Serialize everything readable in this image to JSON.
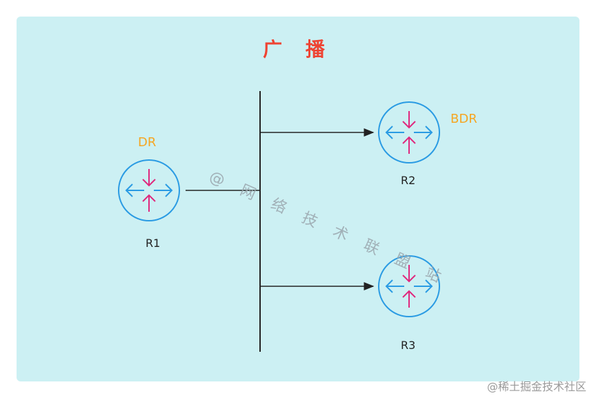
{
  "title": "广 播",
  "colors": {
    "background": "#ccf0f3",
    "title": "#ee4433",
    "role_label": "#f5a623",
    "router_ring": "#2a9be3",
    "router_in_arrow": "#e0287d",
    "router_out_arrow": "#2a9be3",
    "line": "#222222"
  },
  "routers": [
    {
      "id": "r1",
      "name": "R1",
      "role": "DR"
    },
    {
      "id": "r2",
      "name": "R2",
      "role": "BDR"
    },
    {
      "id": "r3",
      "name": "R3",
      "role": ""
    }
  ],
  "watermark": "@ 网 络 技 术 联 盟 站",
  "footer_mark": "@稀土掘金技术社区"
}
